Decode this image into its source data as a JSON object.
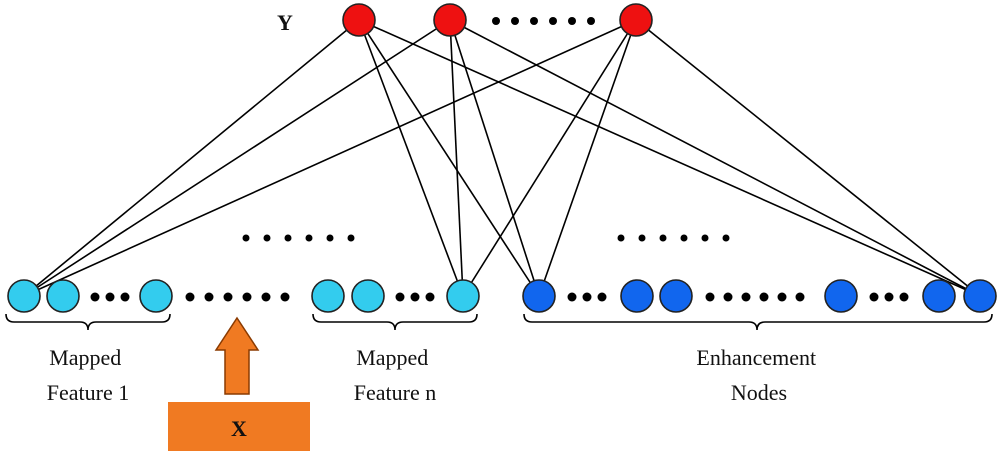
{
  "labels": {
    "output": "Y",
    "input": "X",
    "mapped_feature_1": [
      "Mapped",
      "Feature 1"
    ],
    "mapped_feature_n": [
      "Mapped",
      "Feature n"
    ],
    "enhancement_nodes": [
      "Enhancement",
      "Nodes"
    ]
  },
  "colors": {
    "output_node": "#ee1111",
    "feature_node": "#33ccee",
    "enhancement_node": "#1166ee",
    "input_box": "#f07a22",
    "edge": "#000000"
  },
  "icons": {
    "input_arrow": "up-arrow-icon"
  }
}
